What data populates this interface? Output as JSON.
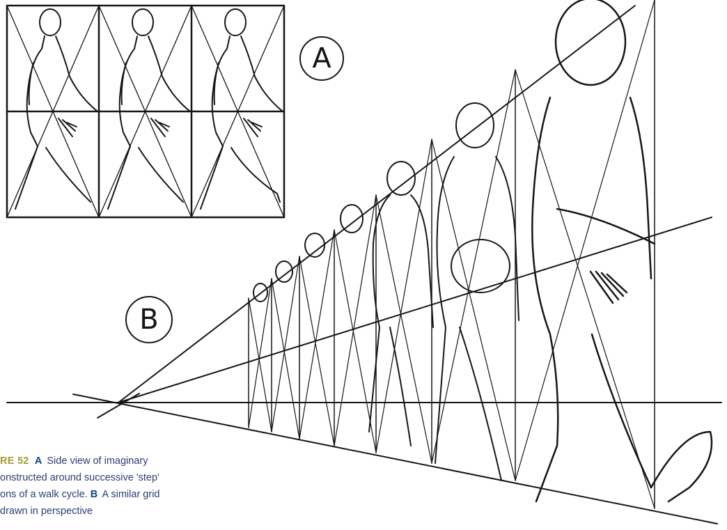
{
  "labels": {
    "a": "A",
    "b": "B"
  },
  "caption": {
    "figure": "RE 52",
    "key_a": "A",
    "line1_text": "Side view of imaginary",
    "line2_text": "onstructed around successive 'step'",
    "line3_text": "ons of a walk cycle.",
    "key_b": "B",
    "line3_tail": "A similar grid",
    "line4_text": "drawn in perspective"
  },
  "colors": {
    "ink": "#151515",
    "figure_label": "#a59a30",
    "key_letter": "#14437f",
    "caption_text": "#2c3e73"
  }
}
